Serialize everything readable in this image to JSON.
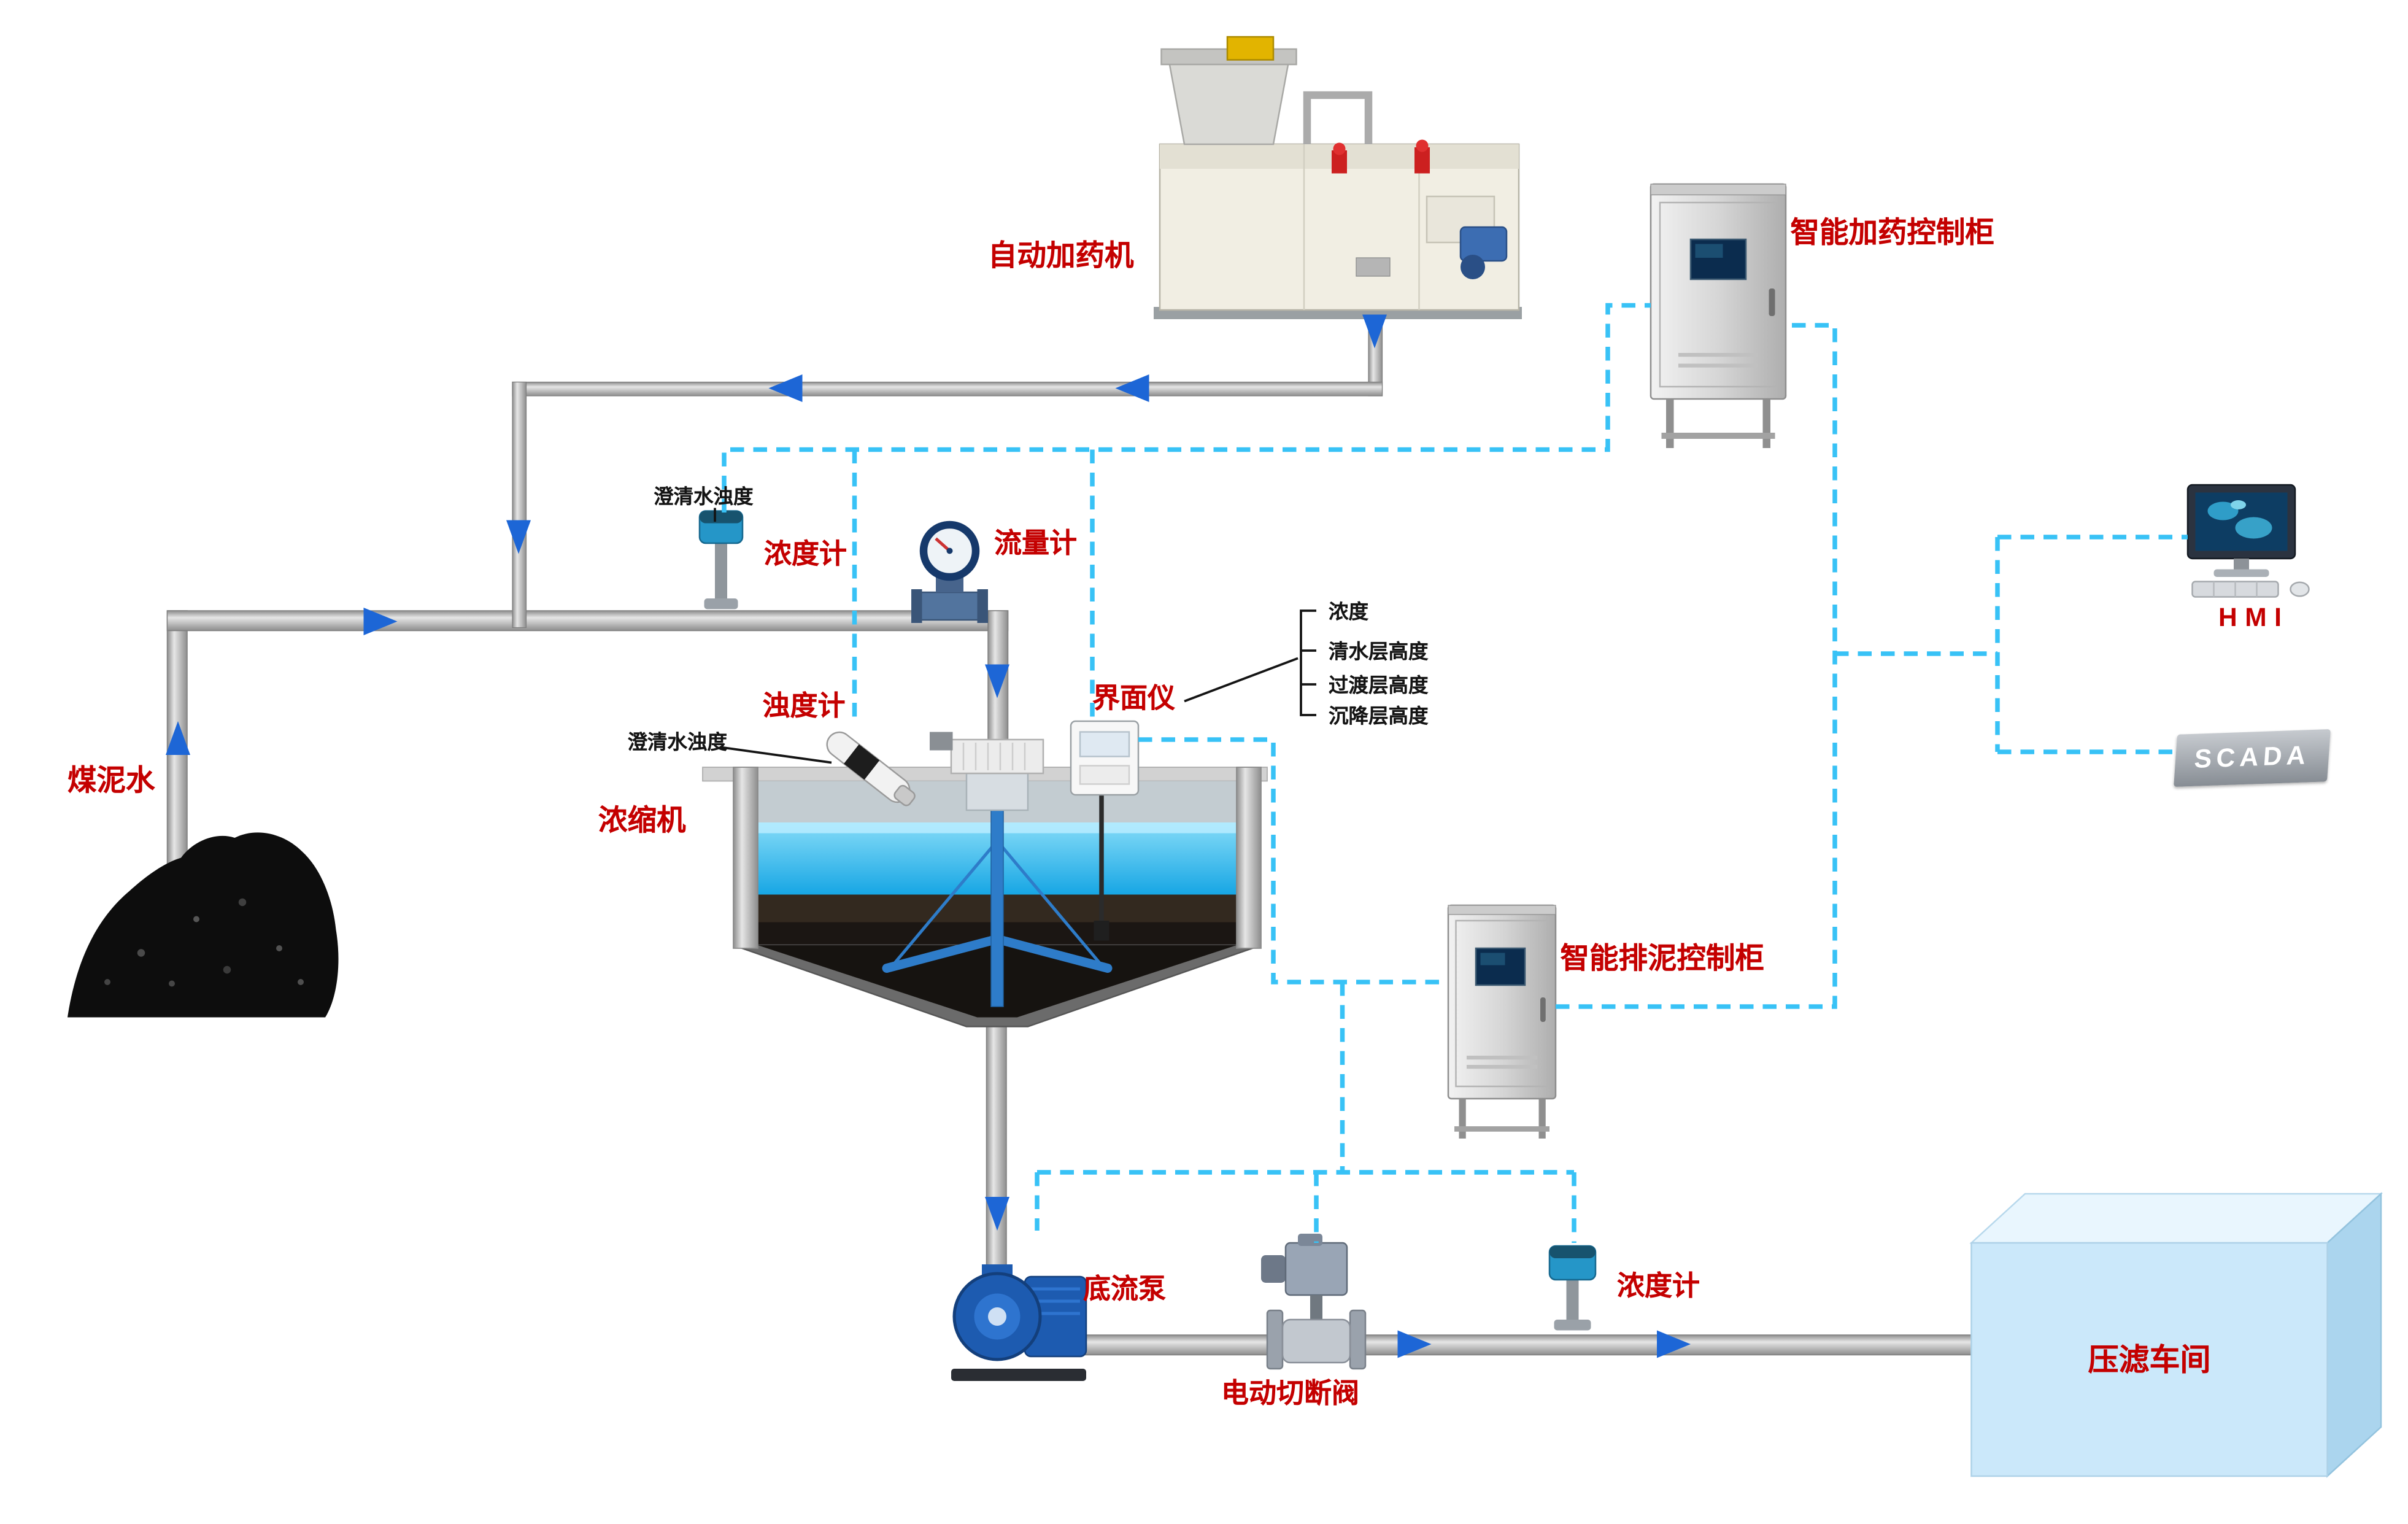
{
  "labels": {
    "coal_slurry": "煤泥水",
    "dosing_machine": "自动加药机",
    "dosing_cabinet": "智能加药控制柜",
    "hmi": "HMI",
    "scada": "SCADA",
    "clarified_turbidity_1": "澄清水浊度",
    "concentration_meter_1": "浓度计",
    "flow_meter": "流量计",
    "turbidity_meter": "浊度计",
    "clarified_turbidity_2": "澄清水浊度",
    "interface_meter": "界面仪",
    "interface_params": [
      "浓度",
      "清水层高度",
      "过渡层高度",
      "沉降层高度"
    ],
    "thickener": "浓缩机",
    "sludge_cabinet": "智能排泥控制柜",
    "underflow_pump": "底流泵",
    "shutoff_valve": "电动切断阀",
    "concentration_meter_2": "浓度计",
    "filter_press": "压滤车间"
  },
  "colors": {
    "label_red": "#c40000",
    "small_label_black": "#141414",
    "signal_line_cyan": "#38c2f6",
    "flow_arrow_blue": "#1d66d6",
    "pipe_gray": "#b5b5b5",
    "water_blue": "#17a6e4",
    "scada_text": "#ffffff",
    "cabinet_steel": "#d6d6d6",
    "pump_blue": "#1d5bb0"
  }
}
